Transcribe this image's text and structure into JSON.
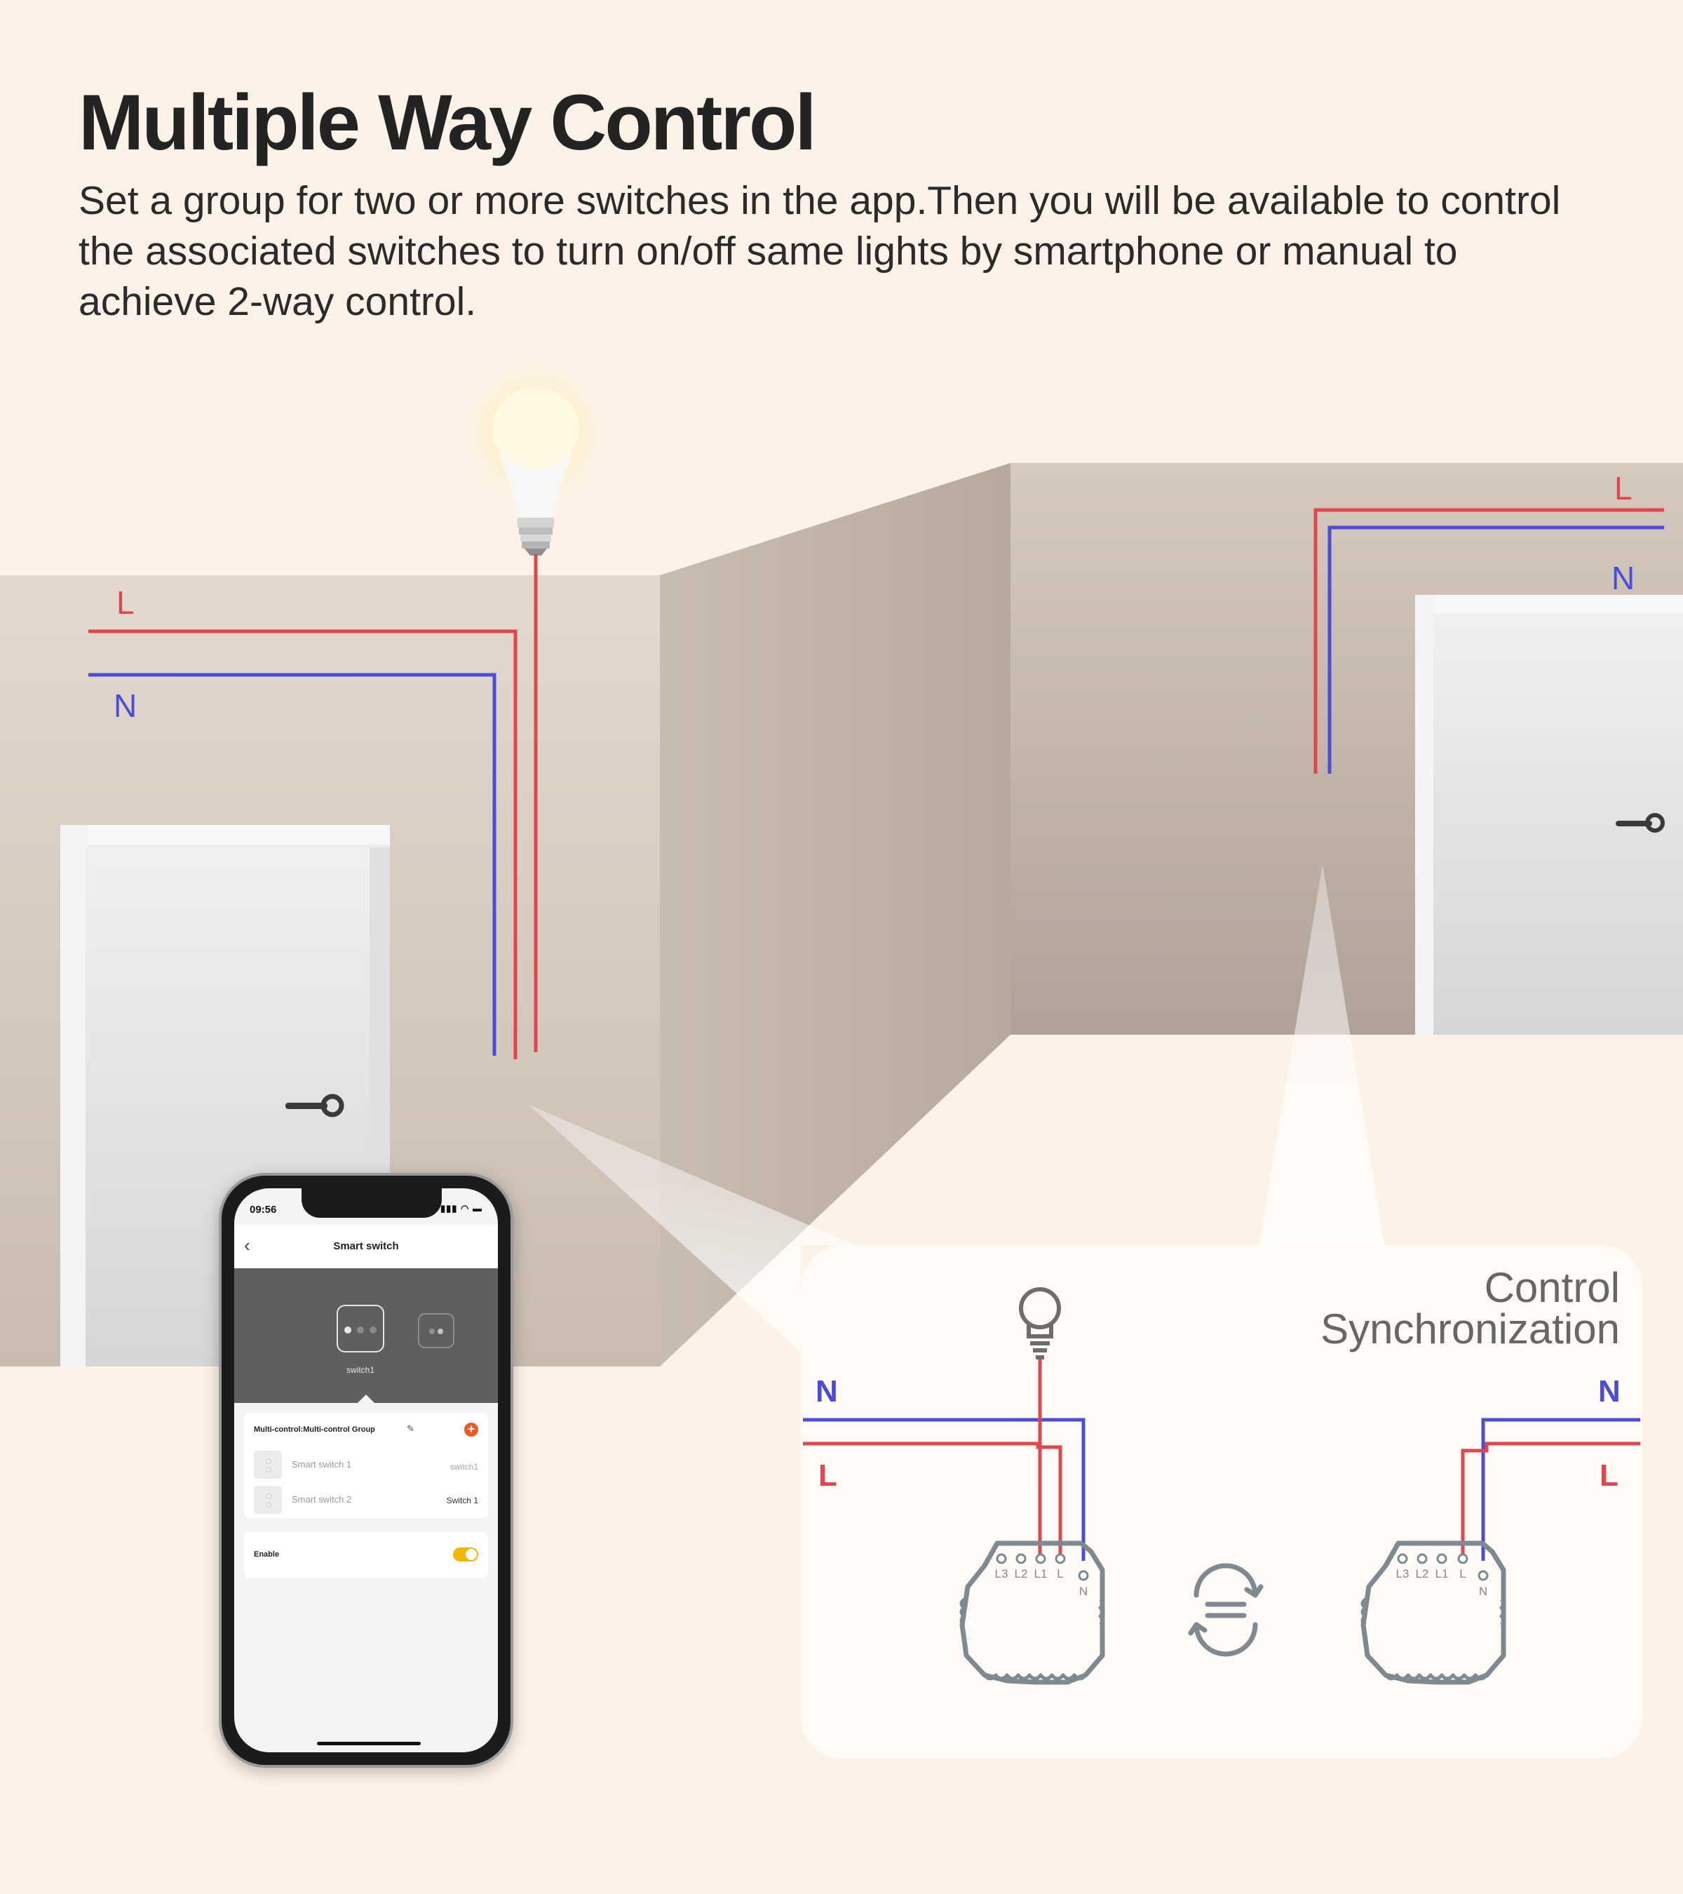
{
  "header": {
    "title": "Multiple Way Control",
    "description": [
      "Set a group for two or more switches in the app.Then you will be available to control",
      "the associated switches to turn on/off same lights by smartphone or manual to",
      "achieve 2-way control."
    ]
  },
  "room": {
    "left_wall": {
      "live_label": "L",
      "neutral_label": "N"
    },
    "right_wall": {
      "live_label": "L",
      "neutral_label": "N"
    }
  },
  "callout": {
    "title_lines": [
      "Control",
      "Synchronization"
    ],
    "left_circuit": {
      "neutral_label": "N",
      "live_label": "L",
      "terminals": [
        "L3",
        "L2",
        "L1",
        "L"
      ],
      "n_terminal": "N"
    },
    "right_circuit": {
      "neutral_label": "N",
      "live_label": "L",
      "terminals": [
        "L3",
        "L2",
        "L1",
        "L"
      ],
      "n_terminal": "N"
    }
  },
  "phone": {
    "status_time": "09:56",
    "app_title": "Smart switch",
    "selected_switch_label": "switch1",
    "group_title": "Multi-control:Multi-control Group",
    "members": [
      {
        "name": "Smart switch 1",
        "value": "switch1"
      },
      {
        "name": "Smart switch 2",
        "value": "Switch 1"
      }
    ],
    "enable_label": "Enable",
    "enable_state": true
  },
  "colors": {
    "background": "#fdf2e7",
    "live_wire": "#e0474c",
    "neutral_wire": "#4c4dd6",
    "title_text": "#232323",
    "callout_text": "#666666",
    "toggle_on": "#f4b400",
    "add_button": "#ef5b22"
  },
  "icons": [
    "light-bulb-icon",
    "bulb-symbol-icon",
    "sync-icon",
    "back-arrow-icon",
    "edit-icon",
    "add-icon",
    "door-handle-icon"
  ]
}
